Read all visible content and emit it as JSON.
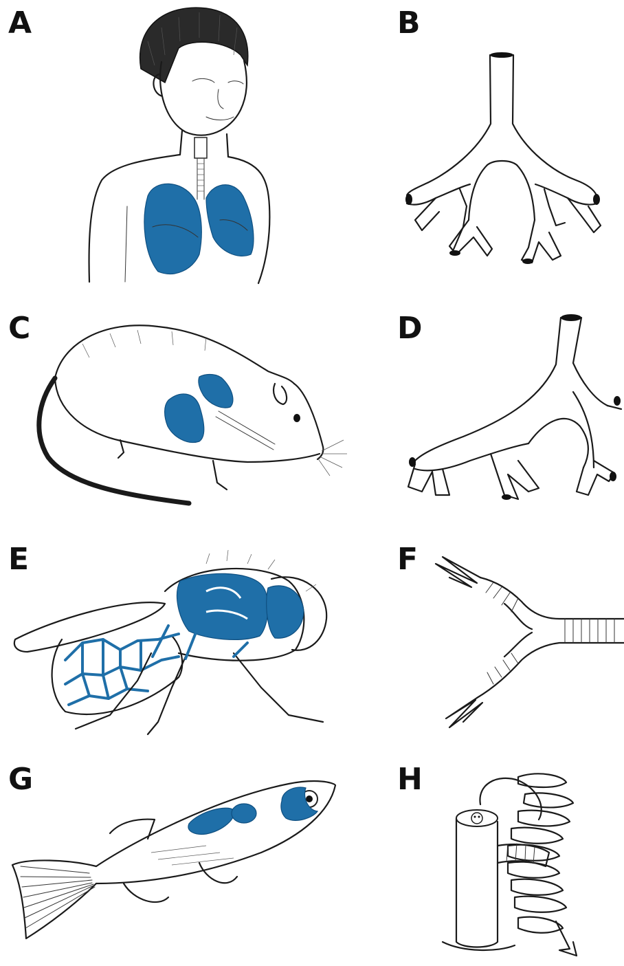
{
  "panels": [
    {
      "label": "A",
      "icon": "human-lungs-illustration"
    },
    {
      "label": "B",
      "icon": "human-airway-tree-diagram"
    },
    {
      "label": "C",
      "icon": "rat-lungs-illustration"
    },
    {
      "label": "D",
      "icon": "rat-airway-tree-diagram"
    },
    {
      "label": "E",
      "icon": "fly-tracheal-system-illustration"
    },
    {
      "label": "F",
      "icon": "insect-trachea-branch-diagram"
    },
    {
      "label": "G",
      "icon": "fish-swim-bladder-illustration"
    },
    {
      "label": "H",
      "icon": "fish-gill-arch-diagram"
    }
  ],
  "colors": {
    "accent_blue": "#1f6fa8",
    "ink": "#1a1a1a",
    "background": "#ffffff"
  }
}
